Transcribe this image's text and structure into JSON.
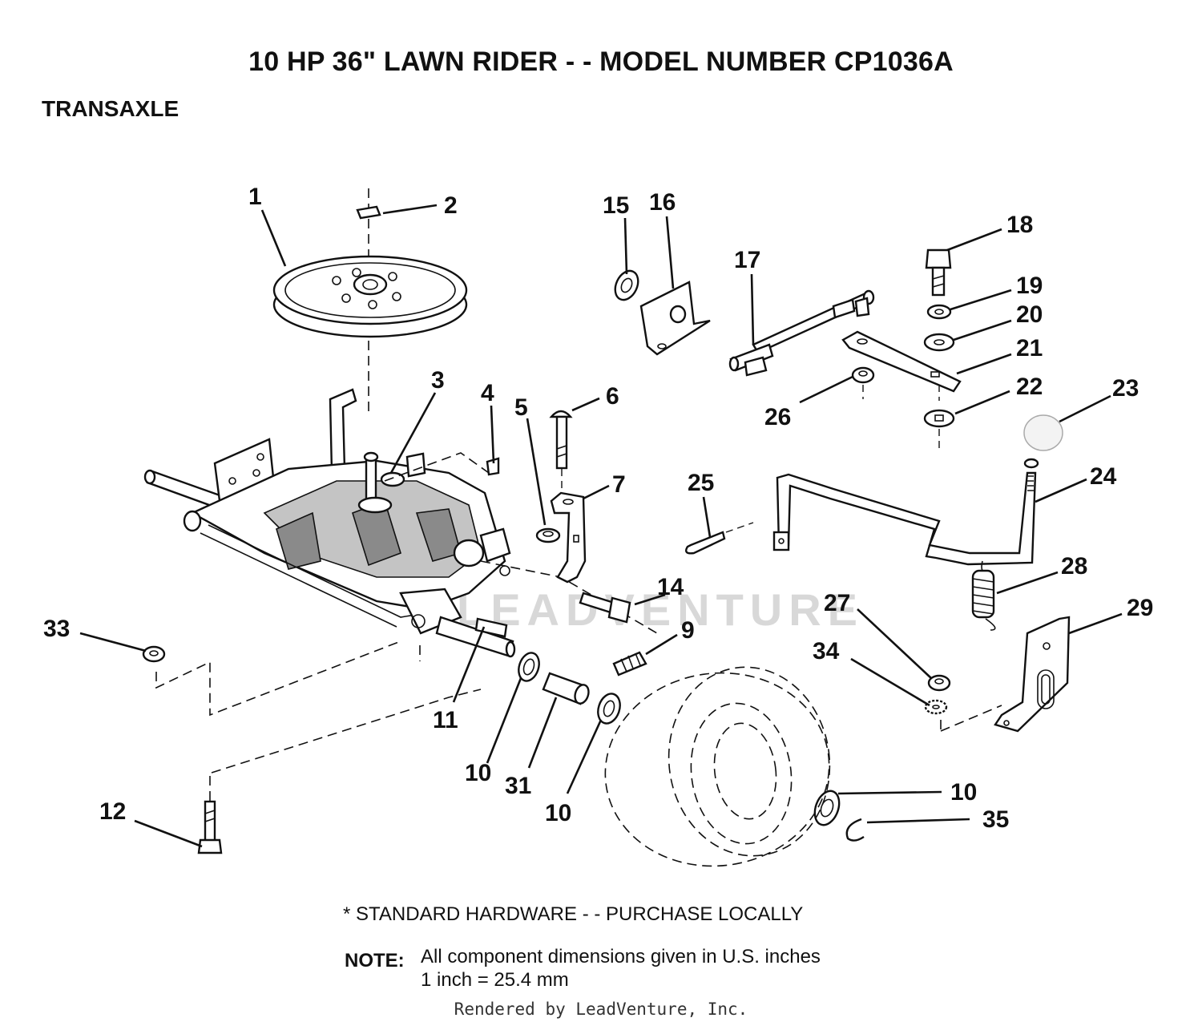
{
  "header": {
    "title": "10 HP 36\" LAWN RIDER - - MODEL NUMBER CP1036A",
    "section": "TRANSAXLE"
  },
  "watermark": "LEADVENTURE",
  "callouts": {
    "c1": "1",
    "c2": "2",
    "c3": "3",
    "c4": "4",
    "c5": "5",
    "c6": "6",
    "c7": "7",
    "c9": "9",
    "c10a": "10",
    "c10b": "10",
    "c10c": "10",
    "c11": "11",
    "c12": "12",
    "c14": "14",
    "c15": "15",
    "c16": "16",
    "c17": "17",
    "c18": "18",
    "c19": "19",
    "c20": "20",
    "c21": "21",
    "c22": "22",
    "c23": "23",
    "c24": "24",
    "c25": "25",
    "c26": "26",
    "c27": "27",
    "c28": "28",
    "c29": "29",
    "c31": "31",
    "c33": "33",
    "c34": "34",
    "c35": "35"
  },
  "footer": {
    "standard_hardware": "* STANDARD HARDWARE - - PURCHASE LOCALLY",
    "note_label": "NOTE:",
    "note_line1": "All component dimensions given in U.S. inches",
    "note_line2": "1 inch = 25.4 mm",
    "credit": "Rendered by LeadVenture, Inc."
  }
}
